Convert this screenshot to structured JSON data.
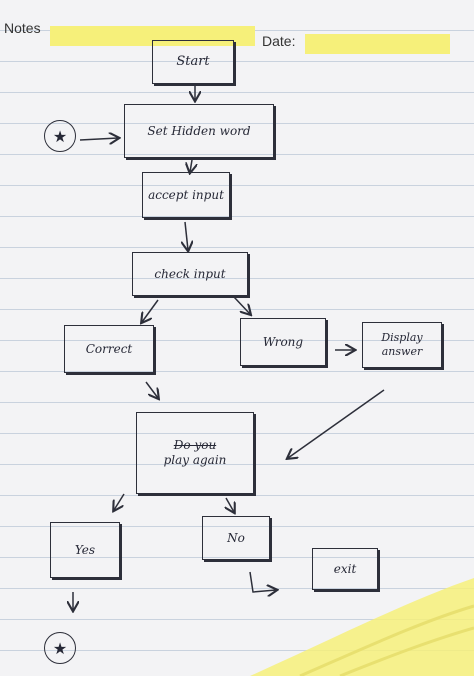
{
  "header": {
    "notes_label": "Notes",
    "date_label": "Date:"
  },
  "flowchart": {
    "start": "Start",
    "set_hidden_word": "Set Hidden word",
    "accept_input": "accept input",
    "check_input": "check input",
    "correct": "Correct",
    "wrong": "Wrong",
    "display_answer": "Display answer",
    "play_again_struck": "Do you",
    "play_again": "play again",
    "yes": "Yes",
    "no": "No",
    "exit": "exit"
  },
  "markers": {
    "start_connector": "★",
    "end_connector": "★"
  }
}
